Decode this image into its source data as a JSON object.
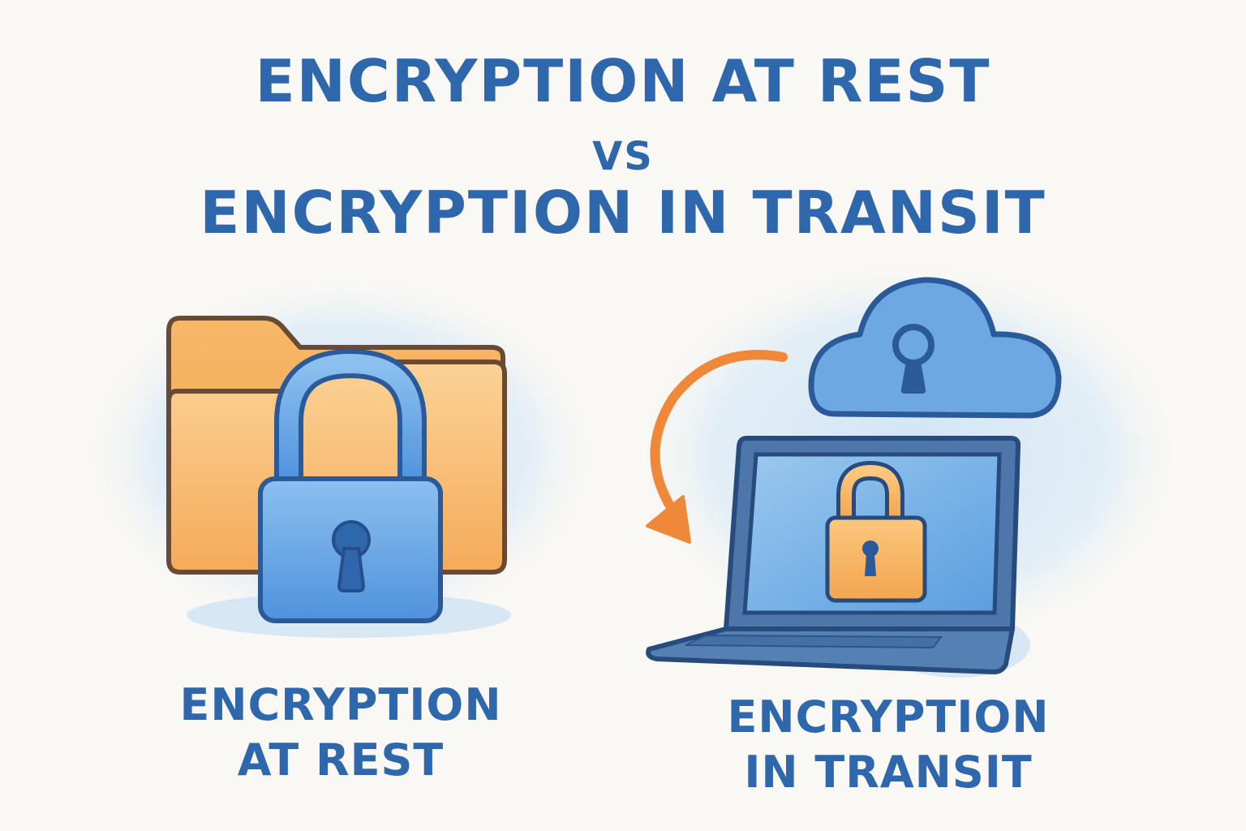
{
  "title": {
    "line1": "ENCRYPTION AT REST",
    "line2": "VS",
    "line3": "ENCRYPTION IN TRANSIT"
  },
  "panels": [
    {
      "id": "at-rest",
      "caption_line1": "ENCRYPTION",
      "caption_line2": "AT REST",
      "icons": [
        "folder-icon",
        "padlock-icon"
      ]
    },
    {
      "id": "in-transit",
      "caption_line1": "ENCRYPTION",
      "caption_line2": "IN TRANSIT",
      "icons": [
        "cloud-keyhole-icon",
        "curved-arrow-icon",
        "laptop-icon",
        "padlock-icon"
      ]
    }
  ],
  "colors": {
    "text_blue": "#2f67ac",
    "lock_blue": "#5b9be0",
    "outline_blue": "#2a5a9a",
    "folder_orange": "#f7b35f",
    "folder_outline": "#6b4a35",
    "arrow_orange": "#f0883a",
    "background": "#faf8f4",
    "watercolor": "#d6e8f6"
  }
}
